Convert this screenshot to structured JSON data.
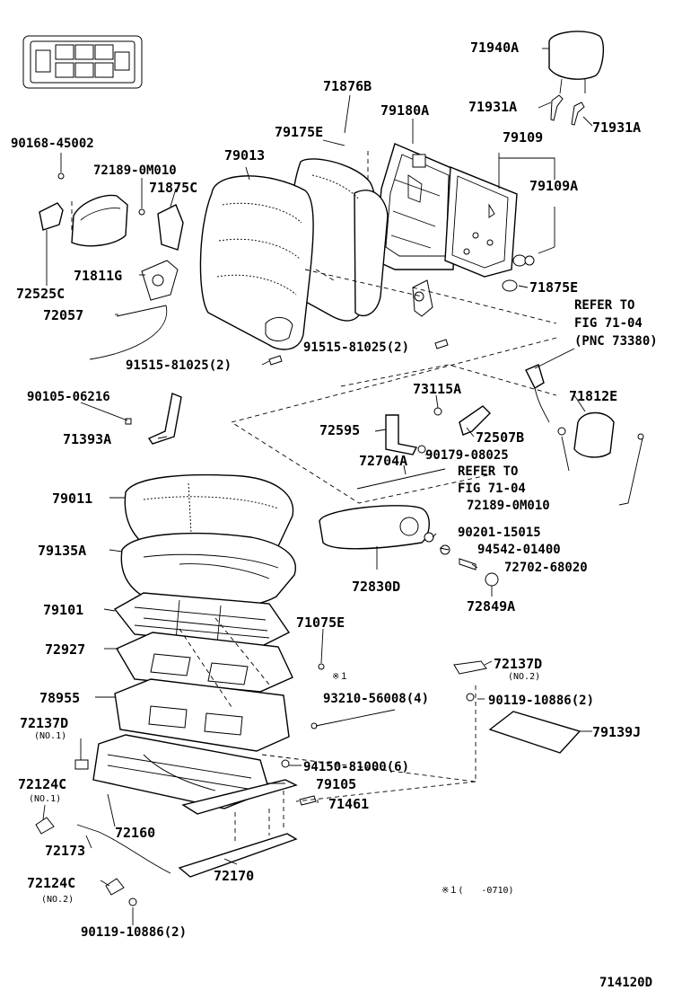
{
  "diagram": {
    "figure_id": "714120D",
    "note": "※１(　　-0710)",
    "note_mark": "※１",
    "parts": [
      {
        "id": "71940A"
      },
      {
        "id": "71931A"
      },
      {
        "id": "71931A_2",
        "label": "71931A"
      },
      {
        "id": "79109"
      },
      {
        "id": "79109A"
      },
      {
        "id": "71875E"
      },
      {
        "id": "71876B"
      },
      {
        "id": "79180A"
      },
      {
        "id": "79175E"
      },
      {
        "id": "79013"
      },
      {
        "id": "90168-45002"
      },
      {
        "id": "72189-0M010"
      },
      {
        "id": "71875C"
      },
      {
        "id": "71811G"
      },
      {
        "id": "72525C"
      },
      {
        "id": "72057"
      },
      {
        "id": "91515-81025(2)"
      },
      {
        "id": "91515-81025(2)_b",
        "label": "91515-81025(2)"
      },
      {
        "id": "90105-06216"
      },
      {
        "id": "71393A"
      },
      {
        "id": "73115A"
      },
      {
        "id": "72595"
      },
      {
        "id": "72507B"
      },
      {
        "id": "90179-08025"
      },
      {
        "id": "72704A"
      },
      {
        "id": "71812E"
      },
      {
        "id": "72189-0M010_b",
        "label": "72189-0M010"
      },
      {
        "id": "79011"
      },
      {
        "id": "79135A"
      },
      {
        "id": "72830D"
      },
      {
        "id": "90201-15015"
      },
      {
        "id": "94542-01400"
      },
      {
        "id": "72702-68020"
      },
      {
        "id": "72849A"
      },
      {
        "id": "79101"
      },
      {
        "id": "71075E"
      },
      {
        "id": "72927"
      },
      {
        "id": "93210-56008(4)"
      },
      {
        "id": "72137D"
      },
      {
        "id": "90119-10886(2)"
      },
      {
        "id": "78955"
      },
      {
        "id": "79139J"
      },
      {
        "id": "72137D_b",
        "label": "72137D"
      },
      {
        "id": "94150-81000(6)"
      },
      {
        "id": "72124C"
      },
      {
        "id": "79105"
      },
      {
        "id": "71461"
      },
      {
        "id": "72160"
      },
      {
        "id": "72173"
      },
      {
        "id": "72170"
      },
      {
        "id": "72124C_b",
        "label": "72124C"
      },
      {
        "id": "90119-10886(2)_b",
        "label": "90119-10886(2)"
      }
    ],
    "refer_notes": {
      "refer1_line1": "REFER TO",
      "refer1_line2": "FIG 71-04",
      "refer1_line3": "(PNC 73380)",
      "refer2_line1": "REFER TO",
      "refer2_line2": "FIG 71-04"
    },
    "sub_notes": {
      "no2_a": "(NO.2)",
      "no1_a": "(NO.1)",
      "no1_b": "(NO.1)",
      "no2_b": "(NO.2)",
      "mark1": "※１"
    }
  }
}
